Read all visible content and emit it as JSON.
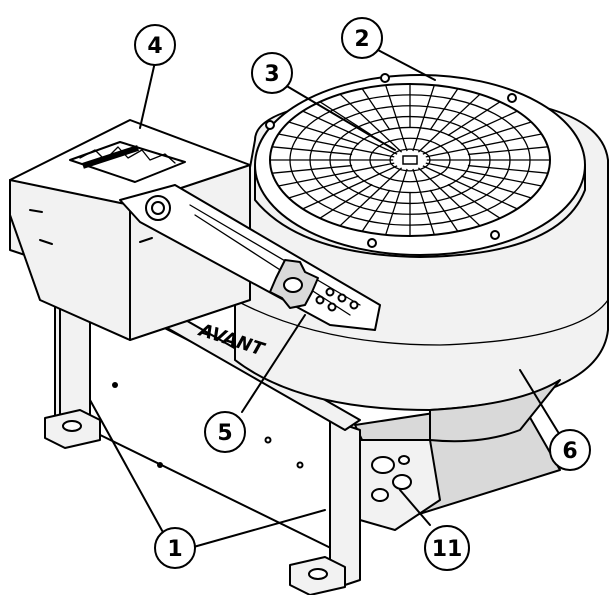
{
  "callouts": [
    {
      "id": "c4",
      "label": "4"
    },
    {
      "id": "c2",
      "label": "2"
    },
    {
      "id": "c3",
      "label": "3"
    },
    {
      "id": "c5",
      "label": "5"
    },
    {
      "id": "c6",
      "label": "6"
    },
    {
      "id": "c1",
      "label": "1"
    },
    {
      "id": "c11",
      "label": "11"
    }
  ],
  "brand_text": "AVANT",
  "colors": {
    "line": "#000000",
    "background": "#ffffff",
    "housing": "#f2f2f2",
    "shadow": "#d9d9d9"
  }
}
